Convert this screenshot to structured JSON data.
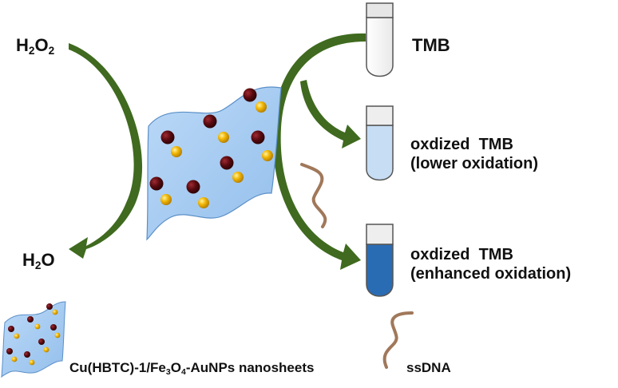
{
  "labels": {
    "h2o2": {
      "base1": "H",
      "sub1": "2",
      "base2": "O",
      "sub2": "2"
    },
    "h2o": {
      "base1": "H",
      "sub1": "2",
      "base2": "O"
    },
    "tmb": "TMB",
    "oxidized_lower_line1": "oxdized  TMB",
    "oxidized_lower_line2": "(lower oxidation)",
    "oxidized_enhanced_line1": "oxdized  TMB",
    "oxidized_enhanced_line2": "(enhanced oxidation)",
    "legend_nanosheet_pre": "Cu(HBTC)-1/Fe",
    "legend_nanosheet_sub1": "3",
    "legend_nanosheet_mid": "O",
    "legend_nanosheet_sub2": "4",
    "legend_nanosheet_post": "-AuNPs nanosheets",
    "legend_ssdna": "ssDNA"
  },
  "colors": {
    "arrow": "#3f6a1f",
    "sheet_fill": "#a9cdf3",
    "sheet_stroke": "#5b8fc7",
    "fe3o4_particle": "#5a0b10",
    "au_particle": "#f2b705",
    "ssdna": "#a0785a",
    "tube_clear": "#f4f4f4",
    "tube_light_blue": "#c6ddf4",
    "tube_dark_blue": "#2a6cb4",
    "tube_cap": "#e6e6e6",
    "tube_outline": "#555555"
  },
  "tubes": [
    {
      "name": "tmb-tube",
      "liquid_fill_fraction": 0.0
    },
    {
      "name": "lower-oxidation-tube",
      "liquid_fill_fraction": 0.82
    },
    {
      "name": "enhanced-oxidation-tube",
      "liquid_fill_fraction": 0.82
    }
  ]
}
